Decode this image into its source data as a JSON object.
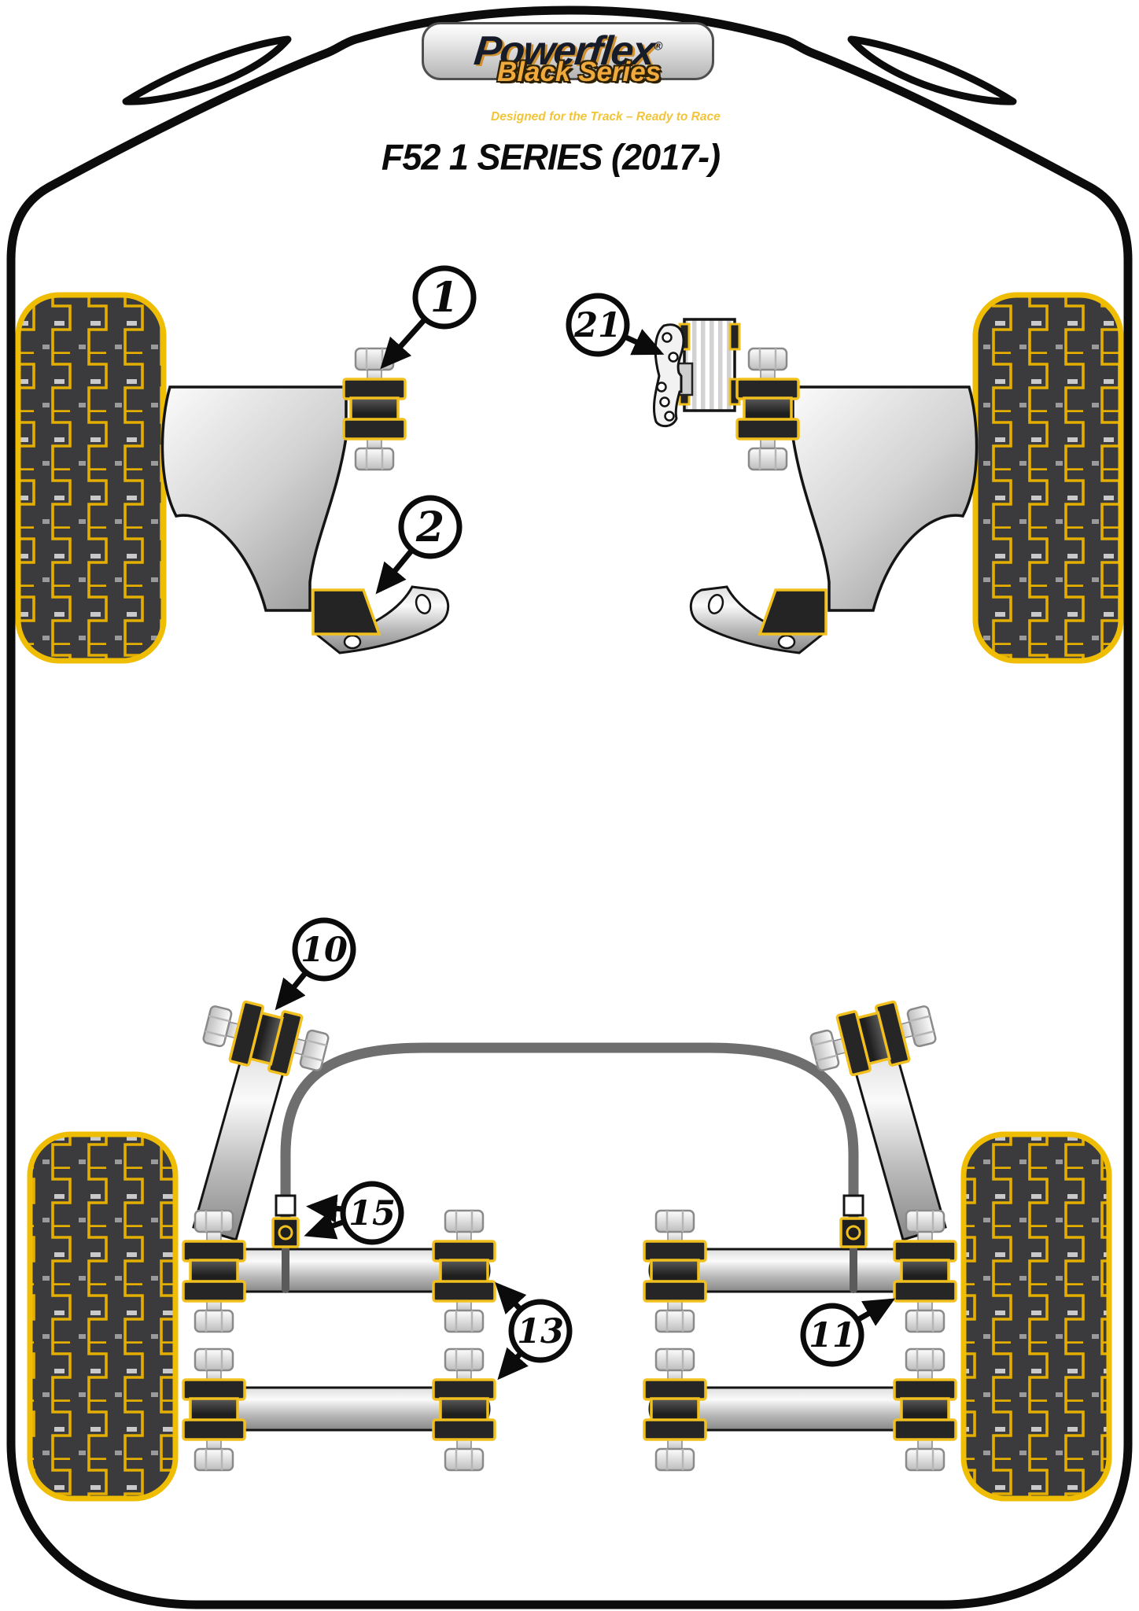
{
  "brand": {
    "name": "Powerflex",
    "registered_mark": "®",
    "series": "Black Series",
    "tagline": "Designed for the Track – Ready to Race"
  },
  "title": "F52 1 SERIES (2017-)",
  "callouts": {
    "c1": {
      "label": "1",
      "target": "front-arm-front-bushing"
    },
    "c2": {
      "label": "2",
      "target": "front-arm-rear-bushing-bracket"
    },
    "c21": {
      "label": "21",
      "target": "transmission-mount-insert"
    },
    "c10": {
      "label": "10",
      "target": "rear-trailing-arm-bushing"
    },
    "c15": {
      "label": "15",
      "target": "rear-anti-roll-bar-clamp"
    },
    "c13": {
      "label": "13",
      "target": "rear-lower-arm-inner-bushings"
    },
    "c11": {
      "label": "11",
      "target": "rear-lower-arm-outer-bushing"
    }
  },
  "colors": {
    "accent_yellow": "#F2C01E",
    "tread_yellow": "#E3AE00",
    "bushing_black": "#262626",
    "anti_roll_bar_gray": "#6E6E6E",
    "logo_gold": "#CF9030",
    "tagline_yellow": "#F2C437"
  }
}
